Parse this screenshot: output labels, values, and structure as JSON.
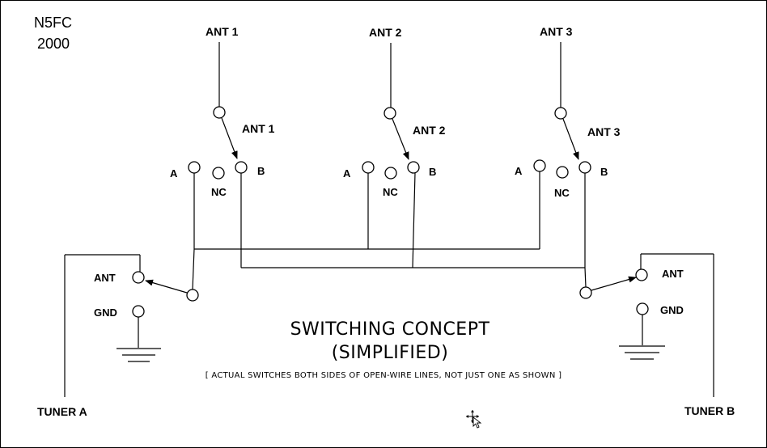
{
  "credit": {
    "line1": "N5FC",
    "line2": "2000"
  },
  "switches": [
    {
      "top_label": "ANT 1",
      "arm_label": "ANT 1",
      "a_label": "A",
      "b_label": "B",
      "nc_label": "NC"
    },
    {
      "top_label": "ANT 2",
      "arm_label": "ANT 2",
      "a_label": "A",
      "b_label": "B",
      "nc_label": "NC"
    },
    {
      "top_label": "ANT 3",
      "arm_label": "ANT 3",
      "a_label": "A",
      "b_label": "B",
      "nc_label": "NC"
    }
  ],
  "tuner_a": {
    "label": "TUNER A",
    "ant_label": "ANT",
    "gnd_label": "GND"
  },
  "tuner_b": {
    "label": "TUNER B",
    "ant_label": "ANT",
    "gnd_label": "GND"
  },
  "title": {
    "line1": "SWITCHING CONCEPT",
    "line2": "(SIMPLIFIED)"
  },
  "note": "[ ACTUAL SWITCHES BOTH SIDES OF OPEN-WIRE LINES, NOT JUST ONE AS SHOWN ]",
  "icons": {
    "cursor": "move-cursor-icon"
  }
}
